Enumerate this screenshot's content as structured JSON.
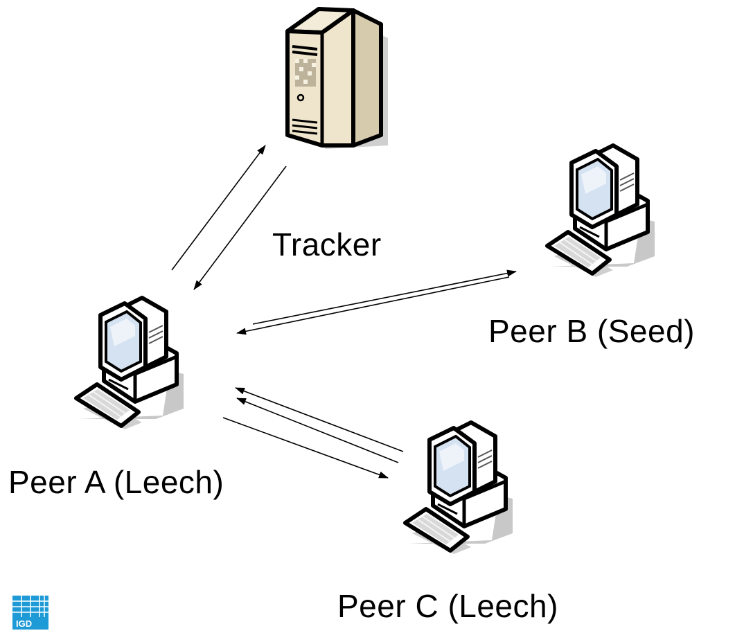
{
  "diagram": {
    "tracker_label": "Tracker",
    "peer_a_label": "Peer A (Leech)",
    "peer_b_label": "Peer B (Seed)",
    "peer_c_label": "Peer C (Leech)"
  },
  "logo": {
    "text": "IGD",
    "color": "#1e9ad6"
  },
  "colors": {
    "server_body": "#efe4cc",
    "computer_body": "#ffffff",
    "screen": "#d4e2f2",
    "shadow": "#c8c8c8",
    "arrow": "#000000"
  }
}
